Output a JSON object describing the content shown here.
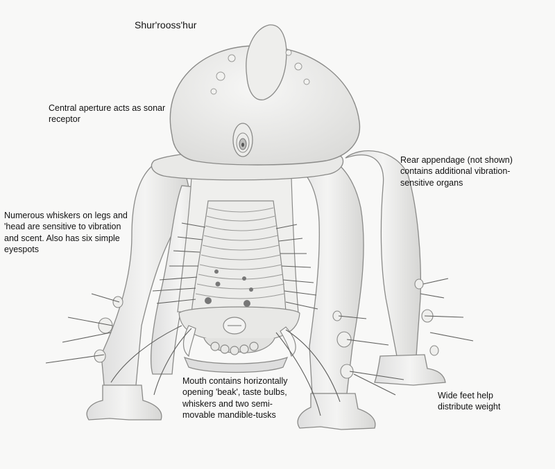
{
  "title": "Shur'rooss'hur",
  "labels": {
    "sonar": "Central aperture acts as sonar\nreceptor",
    "rear": "Rear appendage (not shown)\ncontains additional vibration-\nsensitive organs",
    "whiskers": "Numerous whiskers on legs and\n'head are sensitive to vibration\nand scent. Also has six simple\neyespots",
    "mouth": "Mouth contains horizontally\nopening 'beak', taste bulbs,\nwhiskers and two semi-\nmovable mandible-tusks",
    "feet": "Wide feet help\ndistribute weight"
  },
  "colors": {
    "paper": "#f8f8f7",
    "pencil": "#8a8a88",
    "shade": "#e6e6e4",
    "text": "#111111"
  }
}
